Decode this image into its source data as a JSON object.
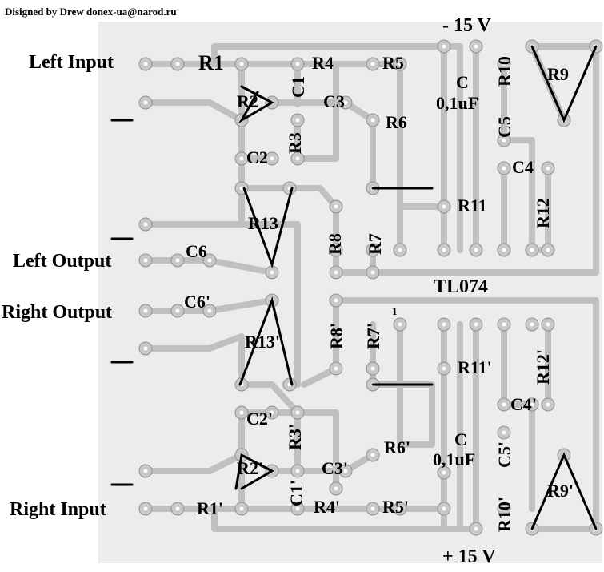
{
  "credit": "Disigned by Drew   donex-ua@narod.ru",
  "colors": {
    "background": "#ffffff",
    "board": "#ececec",
    "trace": "#c0c0c0",
    "pad": "#c8c8c8",
    "wire": "#000000"
  },
  "supply": {
    "negative": "- 15 V",
    "positive": "+ 15 V"
  },
  "ic": {
    "name": "TL074",
    "pin1_marker": "1"
  },
  "io": {
    "left_input": "Left Input",
    "left_output": "Left Output",
    "right_output": "Right Output",
    "right_input": "Right Input"
  },
  "parts": {
    "R1": "R1",
    "R2": "R2",
    "R3": "R3",
    "R4": "R4",
    "R5": "R5",
    "R6": "R6",
    "R7": "R7",
    "R8": "R8",
    "R9": "R9",
    "R10": "R10",
    "R11": "R11",
    "R12": "R12",
    "R13": "R13",
    "C1": "C1",
    "C2": "C2",
    "C3": "C3",
    "C4": "C4",
    "C5": "C5",
    "C6": "C6",
    "C_top": "C",
    "C_top_value": "0,1uF",
    "R1p": "R1'",
    "R2p": "R2'",
    "R3p": "R3'",
    "R4p": "R4'",
    "R5p": "R5'",
    "R6p": "R6'",
    "R7p": "R7'",
    "R8p": "R8'",
    "R9p": "R9'",
    "R10p": "R10'",
    "R11p": "R11'",
    "R12p": "R12'",
    "R13p": "R13'",
    "C1p": "C1'",
    "C2p": "C2'",
    "C3p": "C3'",
    "C4p": "C4'",
    "C5p": "C5'",
    "C6p": "C6'",
    "C_bot": "C",
    "C_bot_value": "0,1uF"
  }
}
